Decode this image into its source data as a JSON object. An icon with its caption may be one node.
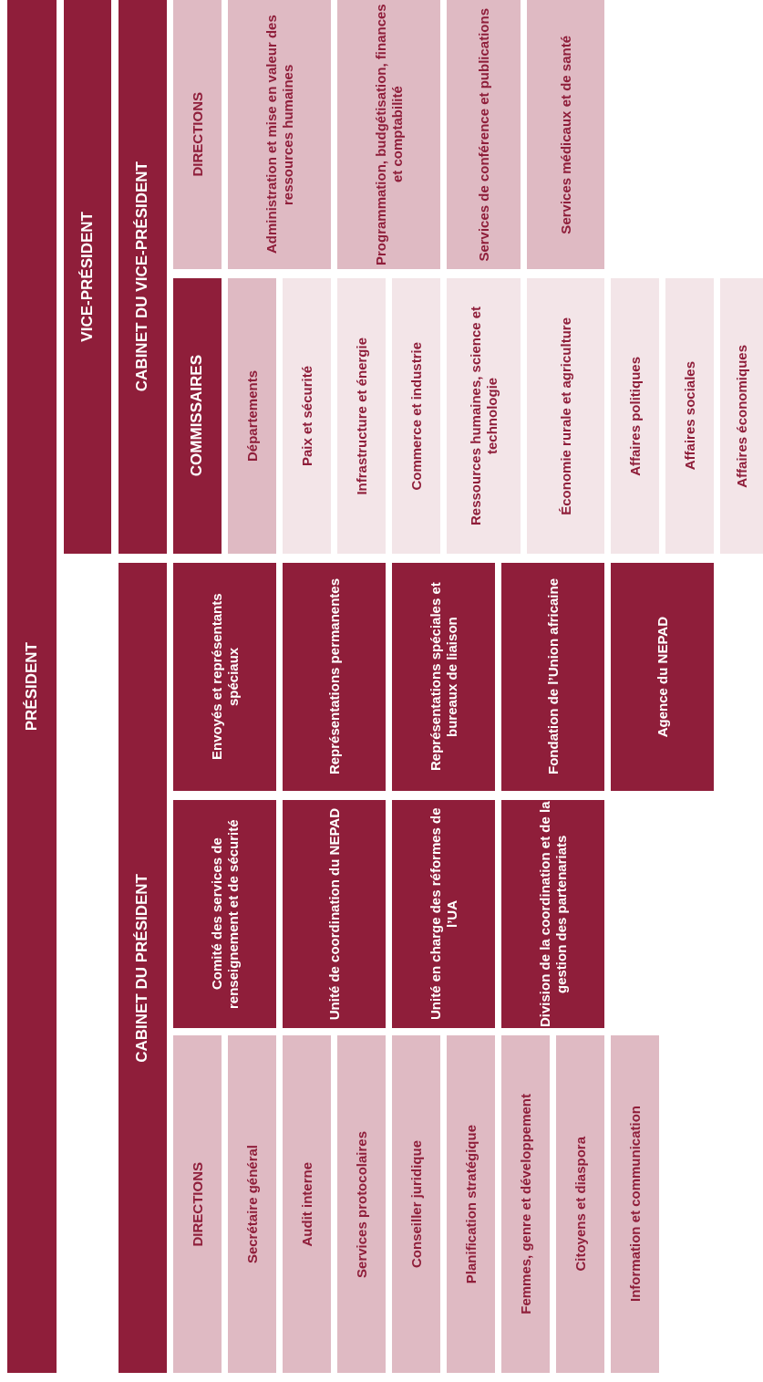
{
  "diagram": {
    "nodes": [
      {
        "text": [
          "PRÉSIDENT"
        ]
      },
      {
        "text": [
          "VICE-PRÉSIDENT"
        ]
      },
      {
        "text": [
          "CABINET DU VICE-PRÉSIDENT"
        ]
      },
      {
        "text": [
          "CABINET DU PRÉSIDENT"
        ]
      },
      {
        "text": [
          "DIRECTIONS"
        ]
      },
      {
        "text": [
          "Administration et mise en valeur des ressources humaines"
        ]
      },
      {
        "text": [
          "Programmation, budgétisation, finances et comptabilité"
        ]
      },
      {
        "text": [
          "Services de conférence et publications"
        ]
      },
      {
        "text": [
          "Services médicaux et de santé"
        ]
      },
      {
        "text": [
          "COMMISSAIRES"
        ]
      },
      {
        "text": [
          "Départements"
        ]
      },
      {
        "text": [
          "Paix et sécurité"
        ]
      },
      {
        "text": [
          "Infrastructure et énergie"
        ]
      },
      {
        "text": [
          "Commerce et industrie"
        ]
      },
      {
        "text": [
          "Ressources humaines, science et technologie"
        ]
      },
      {
        "text": [
          "Économie rurale et agriculture"
        ]
      },
      {
        "text": [
          "Affaires politiques"
        ]
      },
      {
        "text": [
          "Affaires sociales"
        ]
      },
      {
        "text": [
          "Affaires économiques"
        ]
      },
      {
        "text": [
          "Envoyés et représentants spéciaux"
        ]
      },
      {
        "text": [
          "Représentations permanentes"
        ]
      },
      {
        "text": [
          "Représentations spéciales et bureaux de liaison"
        ]
      },
      {
        "text": [
          "Fondation de l’Union africaine"
        ]
      },
      {
        "text": [
          "Agence du NEPAD"
        ]
      },
      {
        "text": [
          "Comité des services de renseignement et de sécurité"
        ]
      },
      {
        "text": [
          "Unité de coordination du NEPAD"
        ]
      },
      {
        "text": [
          "Unité en charge des réformes de l’UA"
        ]
      },
      {
        "text": [
          "Division de la coordination et de la gestion des partenariats"
        ]
      },
      {
        "text": [
          "DIRECTIONS"
        ]
      },
      {
        "text": [
          "Secrétaire général"
        ]
      },
      {
        "text": [
          "Audit interne"
        ]
      },
      {
        "text": [
          "Services protocolaires"
        ]
      },
      {
        "text": [
          "Conseiller juridique"
        ]
      },
      {
        "text": [
          "Planification stratégique"
        ]
      },
      {
        "text": [
          "Femmes, genre et développement"
        ]
      },
      {
        "text": [
          "Citoyens et diaspora"
        ]
      },
      {
        "text": [
          "Information et communication"
        ]
      }
    ]
  }
}
